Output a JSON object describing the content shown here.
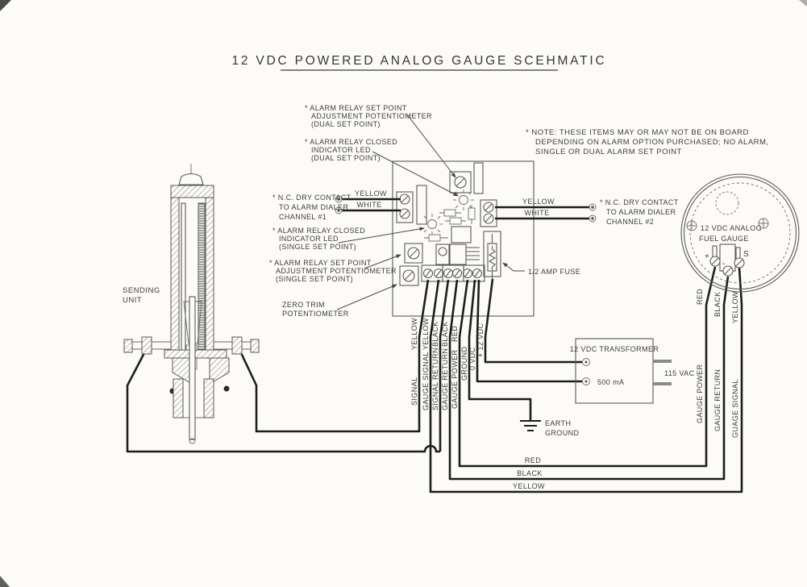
{
  "title": "12 VDC POWERED ANALOG GAUGE SCEHMATIC",
  "note": {
    "lines": [
      "* NOTE: THESE ITEMS MAY OR MAY NOT BE ON BOARD",
      "DEPENDING ON ALARM OPTION PURCHASED; NO ALARM,",
      "SINGLE OR DUAL ALARM SET POINT"
    ]
  },
  "annotations": {
    "dual_pot": {
      "lines": [
        "* ALARM RELAY SET POINT",
        "ADJUSTMENT POTENTIOMETER",
        "(DUAL SET POINT)"
      ]
    },
    "dual_led": {
      "lines": [
        "* ALARM RELAY CLOSED",
        "INDICATOR LED",
        "(DUAL SET POINT)"
      ]
    },
    "single_led": {
      "lines": [
        "* ALARM RELAY CLOSED",
        "INDICATOR LED",
        "(SINGLE SET POINT)"
      ]
    },
    "single_pot": {
      "lines": [
        "* ALARM RELAY SET POINT",
        "ADJUSTMENT POTENTIOMETER",
        "(SINGLE SET POINT)"
      ]
    },
    "zero_trim": {
      "lines": [
        "ZERO TRIM",
        "POTENTIOMETER"
      ]
    },
    "fuse_label": "1/2 AMP FUSE"
  },
  "dialer_ch1": {
    "lines": [
      "* N.C. DRY CONTACT",
      "TO ALARM DIALER",
      "CHANNEL #1"
    ],
    "wire1": "YELLOW",
    "wire2": "WHITE"
  },
  "dialer_ch2": {
    "lines": [
      "* N.C. DRY CONTACT",
      "TO ALARM DIALER",
      "CHANNEL #2"
    ],
    "wire1": "YELLOW",
    "wire2": "WHITE"
  },
  "sending_unit": {
    "lines": [
      "SENDING",
      "UNIT"
    ]
  },
  "board_wires": {
    "w1": {
      "function": "SIGNAL",
      "color": "YELLOW"
    },
    "w2": {
      "function": "GAUGE SIGNAL",
      "color": "YELLOW"
    },
    "w3": {
      "function": "SIGNAL RETURN",
      "color": "BLACK"
    },
    "w4": {
      "function": "GAUGE RETURN",
      "color": "BLACK"
    },
    "w5": {
      "function": "GAUGE POWER",
      "color": "RED"
    },
    "w6": {
      "label": "GROUND"
    },
    "w7": {
      "label": "0 VDC"
    },
    "w8": {
      "label": "+ 12 VDC"
    }
  },
  "earth_ground": {
    "lines": [
      "EARTH",
      "GROUND"
    ]
  },
  "transformer": {
    "title": "12 VDC TRANSFORMER",
    "rating": "500 mA",
    "input": "115 VAC"
  },
  "gauge": {
    "lines": [
      "12 VDC ANALOG",
      "FUEL GAUGE"
    ],
    "terminals": {
      "plus": "+",
      "minus": "-",
      "s": "S"
    },
    "wires": {
      "red": "RED",
      "black": "BLACK",
      "yellow": "YELLOW"
    },
    "wire_functions": {
      "power": "GAUGE POWER",
      "return": "GAUGE RETURN",
      "signal": "GUAGE SIGNAL"
    }
  },
  "bottom_runs": {
    "red": "RED",
    "black": "BLACK",
    "yellow": "YELLOW"
  }
}
